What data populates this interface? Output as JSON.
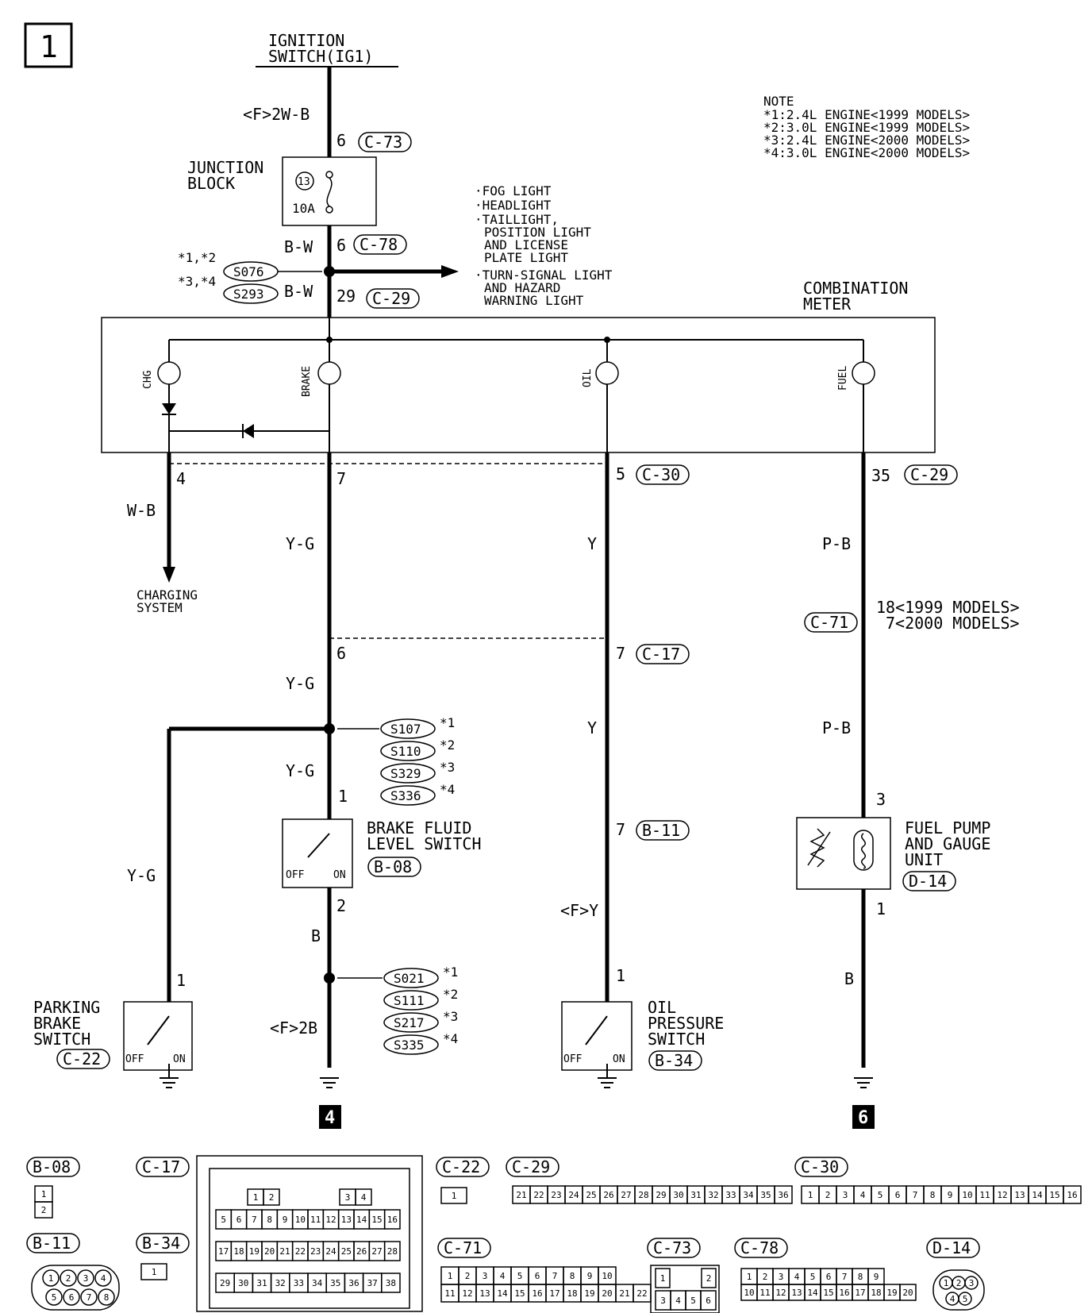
{
  "page_number": "1",
  "ignition_switch": {
    "line1": "IGNITION",
    "line2": "SWITCH(IG1)"
  },
  "note": {
    "title": "NOTE",
    "lines": [
      "*1:2.4L ENGINE<1999 MODELS>",
      "*2:3.0L ENGINE<1999 MODELS>",
      "*3:2.4L ENGINE<2000 MODELS>",
      "*4:3.0L ENGINE<2000 MODELS>"
    ]
  },
  "wires": {
    "f_2wb": "<F>2W-B",
    "bw": "B-W",
    "wb": "W-B",
    "yg": "Y-G",
    "y": "Y",
    "fy": "<F>Y",
    "pb": "P-B",
    "b": "B",
    "f2b": "<F>2B"
  },
  "junction_block": {
    "line1": "JUNCTION",
    "line2": "BLOCK",
    "fuse_no": "13",
    "amp": "10A"
  },
  "connectors": {
    "c73": "C-73",
    "c78": "C-78",
    "c29": "C-29",
    "c30": "C-30",
    "c17": "C-17",
    "c71": "C-71",
    "b11": "B-11",
    "b08": "B-08",
    "d14": "D-14",
    "c22": "C-22",
    "b34": "B-34"
  },
  "pins": {
    "p6a": "6",
    "p6b": "6",
    "p29": "29",
    "p4": "4",
    "p7": "7",
    "p5": "5",
    "p35": "35",
    "p6c": "6",
    "p7c17": "7",
    "p1bf": "1",
    "p2bf": "2",
    "p7b11": "7",
    "p3": "3",
    "p1fp": "1",
    "p1pb": "1",
    "p1op": "1",
    "c71_pin": "18<1999 MODELS>",
    "c71_pin2": "7<2000 MODELS>"
  },
  "splices_top": {
    "ast_a": "*1,*2",
    "ast_b": "*3,*4",
    "s1": "S076",
    "s2": "S293"
  },
  "destinations": [
    "·FOG LIGHT",
    "·HEADLIGHT",
    "·TAILLIGHT,",
    "POSITION LIGHT",
    "AND LICENSE",
    "PLATE LIGHT",
    "·TURN-SIGNAL LIGHT",
    "AND HAZARD",
    "WARNING LIGHT"
  ],
  "combination_meter": {
    "line1": "COMBINATION",
    "line2": "METER"
  },
  "lamps": {
    "chg": "CHG",
    "brake": "BRAKE",
    "oil": "OIL",
    "fuel": "FUEL"
  },
  "charging_system": {
    "line1": "CHARGING",
    "line2": "SYSTEM"
  },
  "splices_mid": [
    {
      "id": "S107",
      "note": "*1"
    },
    {
      "id": "S110",
      "note": "*2"
    },
    {
      "id": "S329",
      "note": "*3"
    },
    {
      "id": "S336",
      "note": "*4"
    }
  ],
  "splices_low": [
    {
      "id": "S021",
      "note": "*1"
    },
    {
      "id": "S111",
      "note": "*2"
    },
    {
      "id": "S217",
      "note": "*3"
    },
    {
      "id": "S335",
      "note": "*4"
    }
  ],
  "brake_fluid": {
    "line1": "BRAKE FLUID",
    "line2": "LEVEL SWITCH"
  },
  "fuel_pump": {
    "line1": "FUEL PUMP",
    "line2": "AND GAUGE",
    "line3": "UNIT"
  },
  "parking_brake": {
    "line1": "PARKING",
    "line2": "BRAKE",
    "line3": "SWITCH"
  },
  "oil_pressure": {
    "line1": "OIL",
    "line2": "PRESSURE",
    "line3": "SWITCH"
  },
  "switch_states": {
    "off": "OFF",
    "on": "ON"
  },
  "ground_refs": {
    "g4": "4",
    "g6": "6"
  },
  "connector_faces": {
    "b08_pins": [
      "1",
      "2"
    ],
    "b11_pins": [
      "1",
      "2",
      "3",
      "4",
      "5",
      "6",
      "7",
      "8"
    ],
    "c22_pins": [
      "1"
    ],
    "b34_pins": [
      "1"
    ],
    "c17_top": [
      "1",
      "2",
      "3",
      "4"
    ],
    "c17_rows": [
      [
        "5",
        "6",
        "7",
        "8",
        "9",
        "10",
        "11",
        "12",
        "13",
        "14",
        "15",
        "16"
      ],
      [
        "17",
        "18",
        "19",
        "20",
        "21",
        "22",
        "23",
        "24",
        "25",
        "26",
        "27",
        "28"
      ],
      [
        "29",
        "30",
        "31",
        "32",
        "33",
        "34",
        "35",
        "36",
        "37",
        "38"
      ]
    ],
    "c29_pins": [
      "21",
      "22",
      "23",
      "24",
      "25",
      "26",
      "27",
      "28",
      "29",
      "30",
      "31",
      "32",
      "33",
      "34",
      "35",
      "36"
    ],
    "c30_pins": [
      "1",
      "2",
      "3",
      "4",
      "5",
      "6",
      "7",
      "8",
      "9",
      "10",
      "11",
      "12",
      "13",
      "14",
      "15",
      "16"
    ],
    "c71_row1": [
      "1",
      "2",
      "3",
      "4",
      "5",
      "6",
      "7",
      "8",
      "9",
      "10"
    ],
    "c71_row2": [
      "11",
      "12",
      "13",
      "14",
      "15",
      "16",
      "17",
      "18",
      "19",
      "20",
      "21",
      "22"
    ],
    "c73_pins": [
      "1",
      "2",
      "3",
      "4",
      "5",
      "6"
    ],
    "c78_row1": [
      "1",
      "2",
      "3",
      "4",
      "5",
      "6",
      "7",
      "8",
      "9"
    ],
    "c78_row2": [
      "10",
      "11",
      "12",
      "13",
      "14",
      "15",
      "16",
      "17",
      "18",
      "19",
      "20"
    ],
    "d14_pins": [
      "1",
      "2",
      "3",
      "4",
      "5"
    ]
  }
}
